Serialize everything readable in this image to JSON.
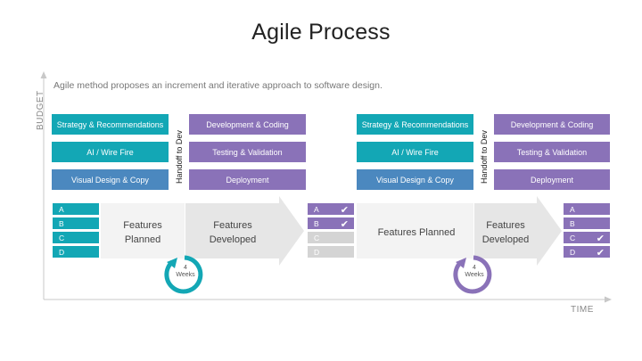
{
  "title": "Agile Process",
  "subtitle": "Agile method proposes an increment and iterative approach to software design.",
  "axis": {
    "y": "BUDGET",
    "x": "TIME"
  },
  "colors": {
    "teal": "#13a7b5",
    "blue": "#4b88bf",
    "purple": "#8a72b8",
    "grey": "#d4d4d4",
    "arrow": "#ececec"
  },
  "handoff": "Handoff to Dev",
  "sprint1": {
    "planning": [
      "Strategy & Recommendations",
      "AI / Wire Fire",
      "Visual Design & Copy"
    ],
    "dev": [
      "Development & Coding",
      "Testing & Validation",
      "Deployment"
    ],
    "backlog": [
      "A",
      "B",
      "C",
      "D"
    ],
    "features_planned": "Features Planned",
    "features_developed": "Features Developed",
    "cycle": {
      "number": "4",
      "unit": "Weeks"
    },
    "results": [
      {
        "label": "A",
        "done": true
      },
      {
        "label": "B",
        "done": true
      },
      {
        "label": "C",
        "done": false
      },
      {
        "label": "D",
        "done": false
      }
    ]
  },
  "sprint2": {
    "planning": [
      "Strategy & Recommendations",
      "AI / Wire Fire",
      "Visual Design & Copy"
    ],
    "dev": [
      "Development & Coding",
      "Testing & Validation",
      "Deployment"
    ],
    "features_planned": "Features Planned",
    "features_developed": "Features Developed",
    "cycle": {
      "number": "4",
      "unit": "Weeks"
    },
    "results": [
      {
        "label": "A",
        "done": false
      },
      {
        "label": "B",
        "done": false
      },
      {
        "label": "C",
        "done": true
      },
      {
        "label": "D",
        "done": true
      }
    ]
  },
  "check_glyph": "✔"
}
